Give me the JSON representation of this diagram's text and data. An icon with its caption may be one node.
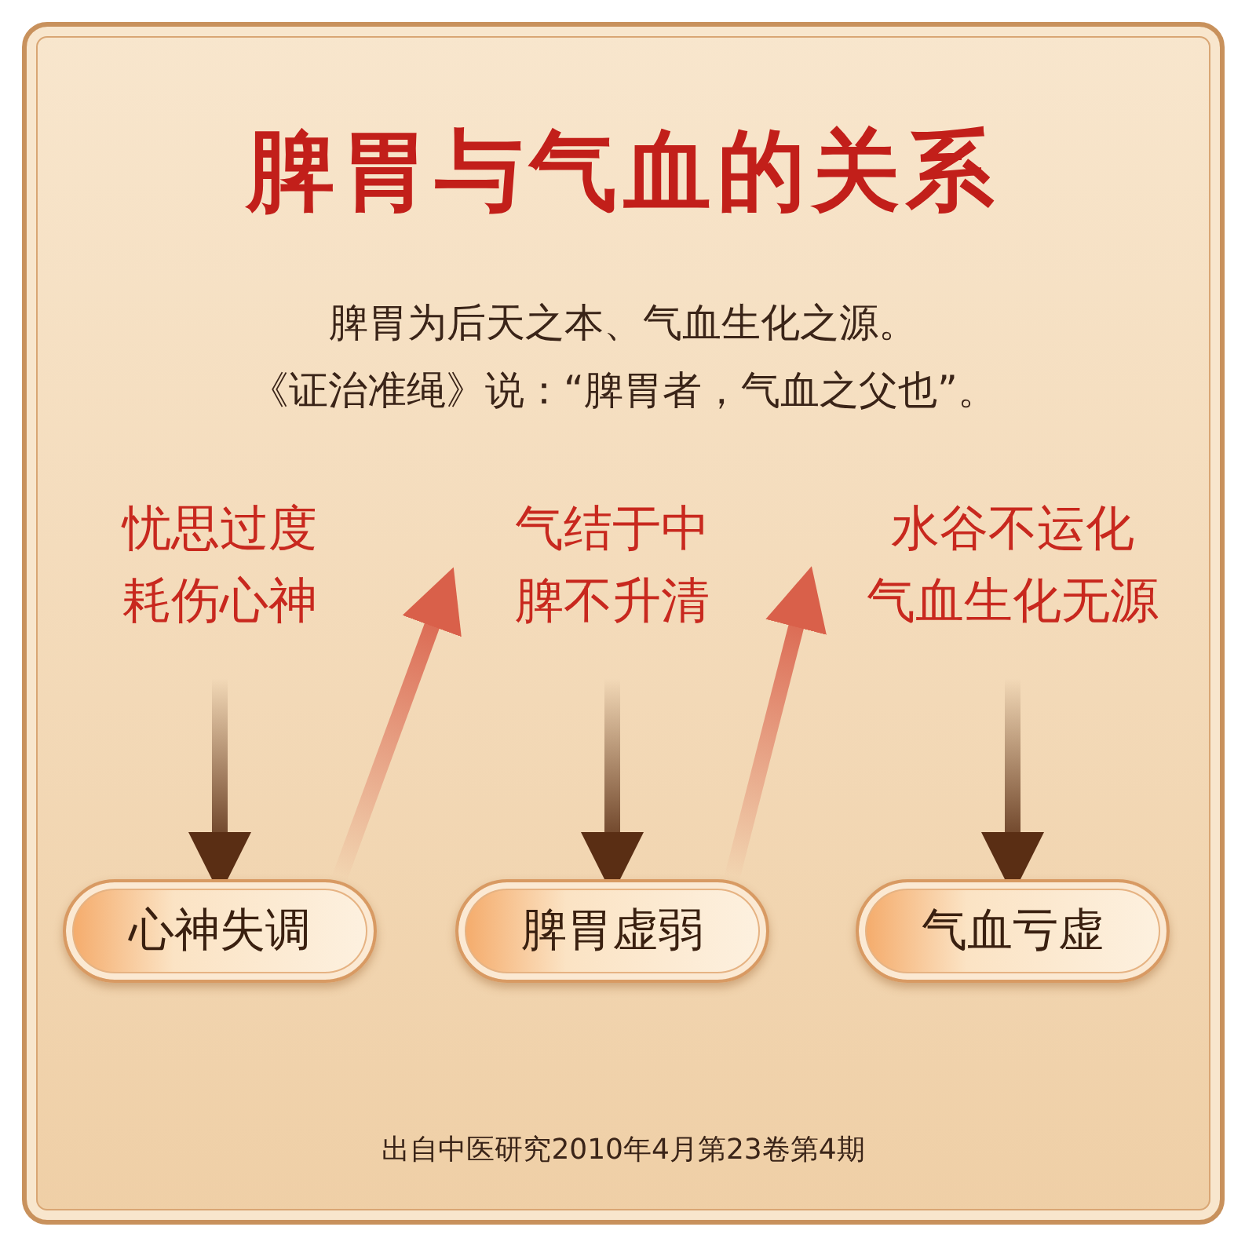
{
  "diagram": {
    "title": "脾胃与气血的关系",
    "nodes": [
      {
        "text": [
          "忧思过度",
          "耗伤心神"
        ]
      },
      {
        "text": [
          "气结于中",
          "脾不升清"
        ]
      },
      {
        "text": [
          "水谷不运化",
          "气血生化无源"
        ]
      },
      {
        "text": [
          "心神失调"
        ]
      },
      {
        "text": [
          "脾胃虚弱"
        ]
      },
      {
        "text": [
          "气血亏虚"
        ]
      }
    ],
    "edges": [
      {
        "from": 0,
        "to": 3,
        "arrow": "to"
      },
      {
        "from": 3,
        "to": 1,
        "arrow": "to",
        "color": "#d9604a"
      },
      {
        "from": 1,
        "to": 4,
        "arrow": "to"
      },
      {
        "from": 4,
        "to": 2,
        "arrow": "to",
        "color": "#d9604a"
      },
      {
        "from": 2,
        "to": 5,
        "arrow": "to"
      }
    ],
    "labels": [
      "脾胃为后天之本、气血生化之源。",
      "《证治准绳》说：“脾胃者，气血之父也”。"
    ],
    "caption": "出自中医研究2010年4月第23卷第4期"
  }
}
